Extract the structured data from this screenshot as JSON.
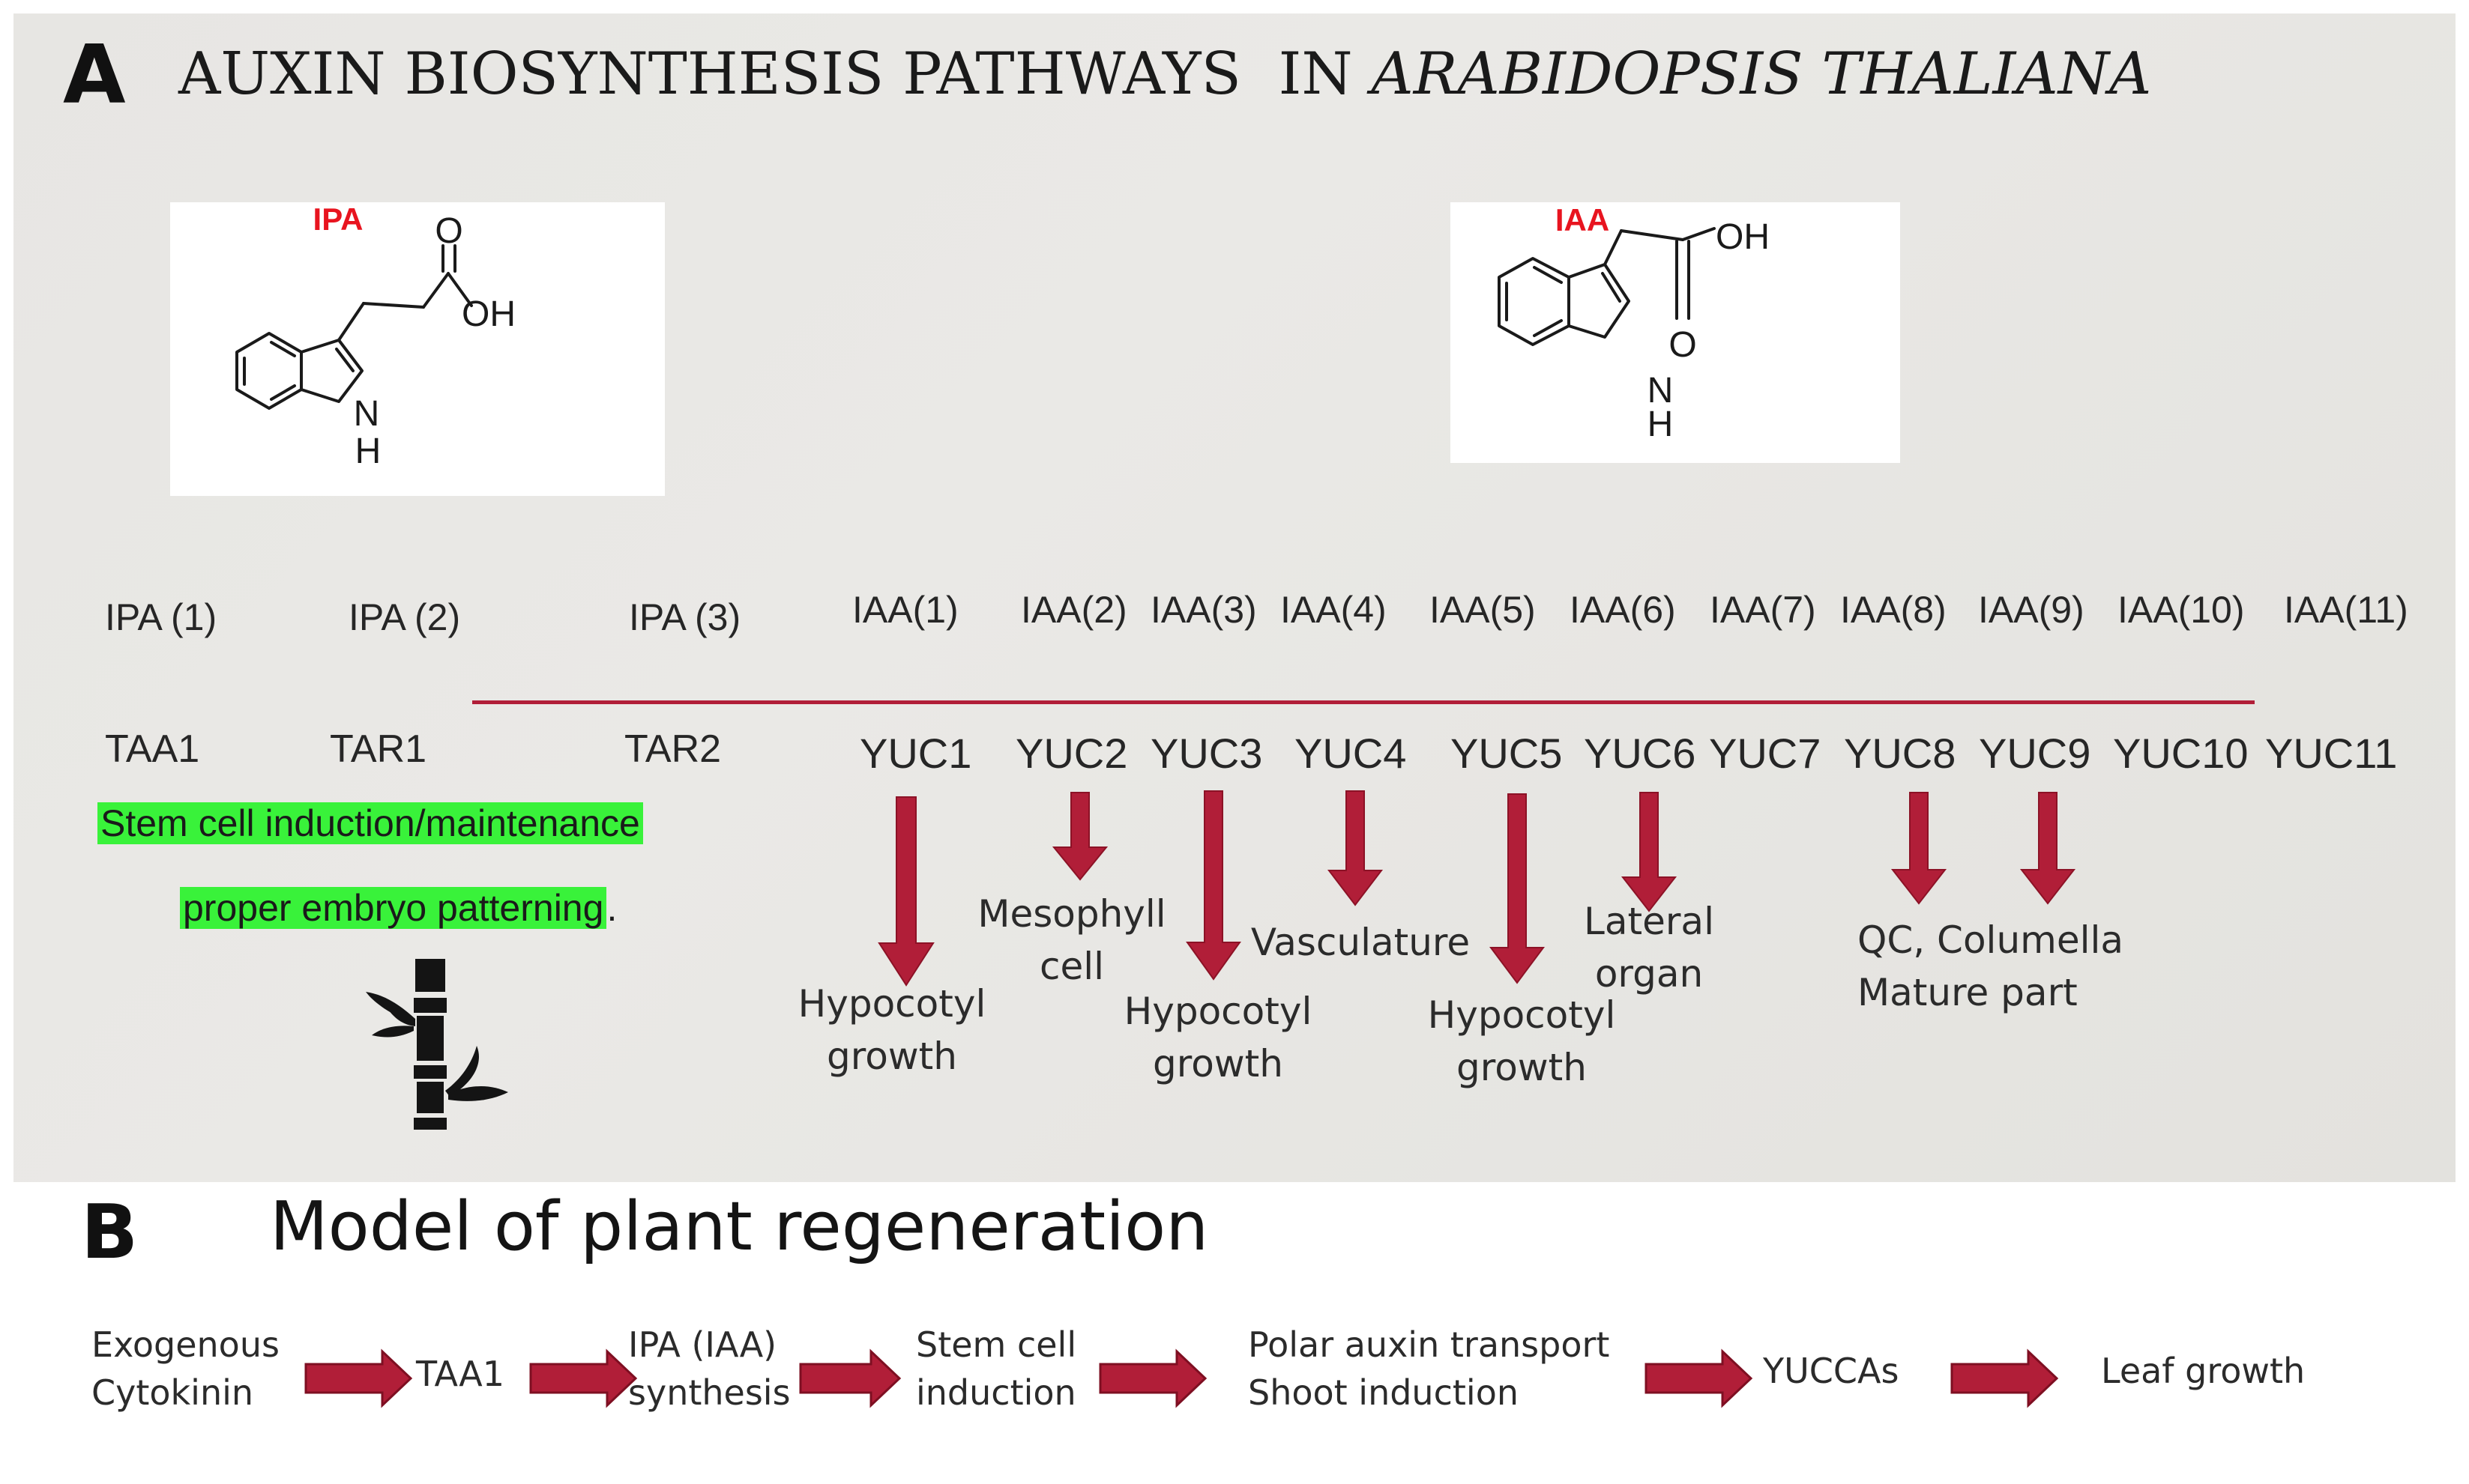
{
  "panel_a": {
    "letter": "A",
    "title_plain": "AUXIN BIOSYNTHESIS PATHWAYS  IN ",
    "title_italic": "ARABIDOPSIS THALIANA",
    "structures": {
      "ipa": {
        "name": "IPA",
        "o": "O",
        "oh": "OH",
        "n": "N",
        "h": "H",
        "name_color": "#e8141f"
      },
      "iaa": {
        "name": "IAA",
        "o": "O",
        "oh": "OH",
        "n": "N",
        "h": "H",
        "name_color": "#e8141f"
      }
    },
    "pathways": [
      "IPA (1)",
      "IPA (2)",
      "IPA (3)",
      "IAA(1)",
      "IAA(2)",
      "IAA(3)",
      "IAA(4)",
      "IAA(5)",
      "IAA(6)",
      "IAA(7)",
      "IAA(8)",
      "IAA(9)",
      "IAA(10)",
      "IAA(11)"
    ],
    "taa_enzymes": [
      "TAA1",
      "TAR1",
      "TAR2"
    ],
    "yuc_enzymes": [
      "YUC1",
      "YUC2",
      "YUC3",
      "YUC4",
      "YUC5",
      "YUC6",
      "YUC7",
      "YUC8",
      "YUC9",
      "YUC10",
      "YUC11"
    ],
    "highlight_line1": "Stem cell induction/maintenance",
    "highlight_line2": "proper embryo patterning",
    "highlight_trailing": ".",
    "outcomes": {
      "yuc1": [
        "Hypocotyl",
        "growth"
      ],
      "yuc2": [
        "Mesophyll",
        "cell"
      ],
      "yuc3": [
        "Hypocotyl",
        "growth"
      ],
      "yuc4": [
        "Vasculature"
      ],
      "yuc5": [
        "Hypocotyl",
        "growth"
      ],
      "yuc6": [
        "Lateral",
        "organ"
      ],
      "yuc89": [
        "QC, Columella",
        "Mature part"
      ]
    },
    "plant_icon": "bamboo-icon",
    "accent_color": "#b11e38",
    "highlight_color": "#39f23a"
  },
  "panel_b": {
    "letter": "B",
    "title": "Model of plant regeneration",
    "steps": [
      [
        "Exogenous",
        "Cytokinin"
      ],
      [
        "TAA1"
      ],
      [
        "IPA (IAA)",
        "synthesis"
      ],
      [
        "Stem cell",
        "induction"
      ],
      [
        "Polar auxin transport",
        "Shoot induction"
      ],
      [
        "YUCCAs"
      ],
      [
        "Leaf growth"
      ]
    ]
  }
}
